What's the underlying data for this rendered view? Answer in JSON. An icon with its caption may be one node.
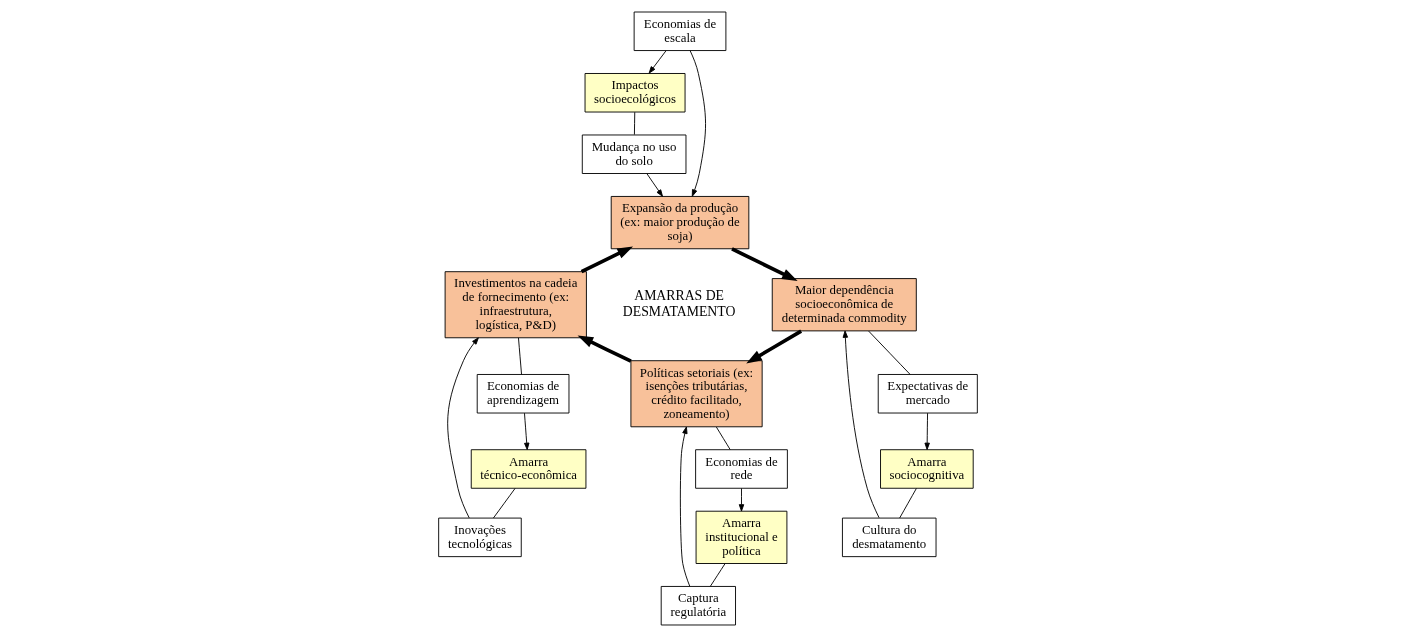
{
  "diagram": {
    "nodes": [
      {
        "text": [
          "Impactos socioecológicos"
        ]
      },
      {
        "text": [
          "Economias de escala"
        ]
      },
      {
        "text": [
          "Mudança no uso do solo"
        ]
      },
      {
        "text": [
          "Expansão da produção (ex: maior produção de soja)"
        ]
      },
      {
        "text": [
          "Inovações tecnológicas"
        ]
      },
      {
        "text": [
          "Expectativas de mercado"
        ]
      },
      {
        "text": [
          "Amarra técnico-econômica"
        ]
      },
      {
        "text": [
          "Investimentos na cadeia de fornecimento (ex: infraestrutura, logística, P&D)"
        ]
      },
      {
        "text": [
          "Maior dependência socioeconômica de determinada commodity"
        ]
      },
      {
        "text": [
          "Amarra sociocognitiva"
        ]
      },
      {
        "text": [
          "Economias de aprendizagem"
        ]
      },
      {
        "text": [
          "Cultura do desmatamento"
        ]
      },
      {
        "text": [
          "Políticas setoriais (ex: isenções tributárias, crédito facilitado, zoneamento)"
        ]
      },
      {
        "text": [
          "Captura regulatória"
        ]
      },
      {
        "text": [
          "Economias de rede"
        ]
      },
      {
        "text": [
          "Amarra institucional e política"
        ]
      }
    ],
    "edges": [
      {
        "from": 7,
        "to": 3,
        "arrow": "to",
        "style": "thick"
      },
      {
        "from": 3,
        "to": 8,
        "arrow": "to",
        "style": "thick"
      },
      {
        "from": 8,
        "to": 12,
        "arrow": "to",
        "style": "thick"
      },
      {
        "from": 12,
        "to": 7,
        "arrow": "to",
        "style": "thick"
      },
      {
        "from": 1,
        "to": 0,
        "arrow": "to"
      },
      {
        "from": 0,
        "to": 2,
        "arrow": "none"
      },
      {
        "from": 2,
        "to": 3,
        "arrow": "to"
      },
      {
        "from": 1,
        "to": 3,
        "arrow": "to"
      },
      {
        "from": 6,
        "to": 4,
        "arrow": "none"
      },
      {
        "from": 4,
        "to": 7,
        "arrow": "to"
      },
      {
        "from": 7,
        "to": 10,
        "arrow": "none"
      },
      {
        "from": 10,
        "to": 6,
        "arrow": "to"
      },
      {
        "from": 8,
        "to": 5,
        "arrow": "none"
      },
      {
        "from": 5,
        "to": 9,
        "arrow": "to"
      },
      {
        "from": 9,
        "to": 11,
        "arrow": "none"
      },
      {
        "from": 11,
        "to": 8,
        "arrow": "to"
      },
      {
        "from": 13,
        "to": 12,
        "arrow": "to"
      },
      {
        "from": 12,
        "to": 14,
        "arrow": "none"
      },
      {
        "from": 14,
        "to": 15,
        "arrow": "to"
      },
      {
        "from": 15,
        "to": 13,
        "arrow": "none"
      }
    ],
    "labels": [
      "AMARRAS DE DESMATAMENTO"
    ]
  }
}
